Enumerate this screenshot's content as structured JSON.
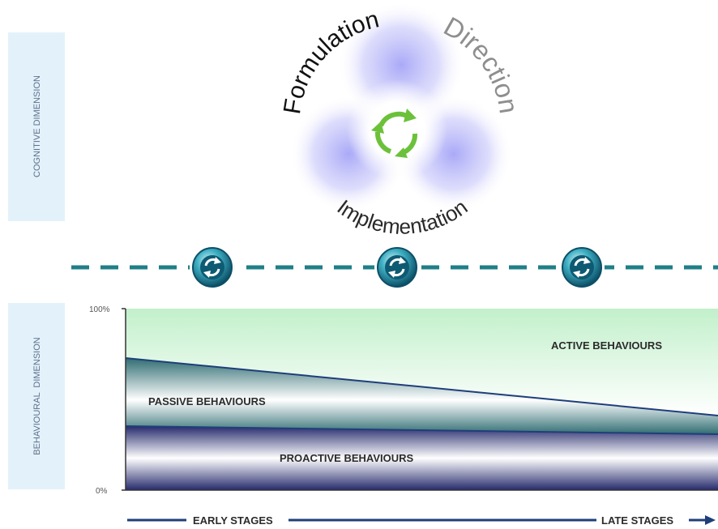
{
  "cycle": {
    "labels": [
      "Formulation",
      "Direction",
      "Implementation"
    ],
    "colors": {
      "glow": "#8d8cf5",
      "formulation": "#111111",
      "direction": "#8e8e8e",
      "implementation": "#2a2a2a",
      "arrows": "#6cc13a"
    },
    "icon": "cycle-arrows-icon"
  },
  "dimensions": {
    "cognitive": "COGNITIVE DIMENSION",
    "behavioural": "BEHAVIOURAL  DIMENSION",
    "panel_color": "#e3f2fa"
  },
  "divider": {
    "color": "#1f7f87",
    "icon": "refresh-icon",
    "icon_count": 3
  },
  "chart": {
    "y_top_label": "100%",
    "y_bottom_label": "0%",
    "bands": {
      "active": "ACTIVE BEHAVIOURS",
      "passive": "PASSIVE BEHAVIOURS",
      "proactive": "PROACTIVE BEHAVIOURS"
    },
    "colors": {
      "active": "#c2f0cb",
      "passive": "#2f6d72",
      "proactive": "#262a6c",
      "line": "#1f3e7a"
    }
  },
  "timeline": {
    "start": "EARLY STAGES",
    "end": "LATE STAGES",
    "color": "#1f3e7a"
  }
}
